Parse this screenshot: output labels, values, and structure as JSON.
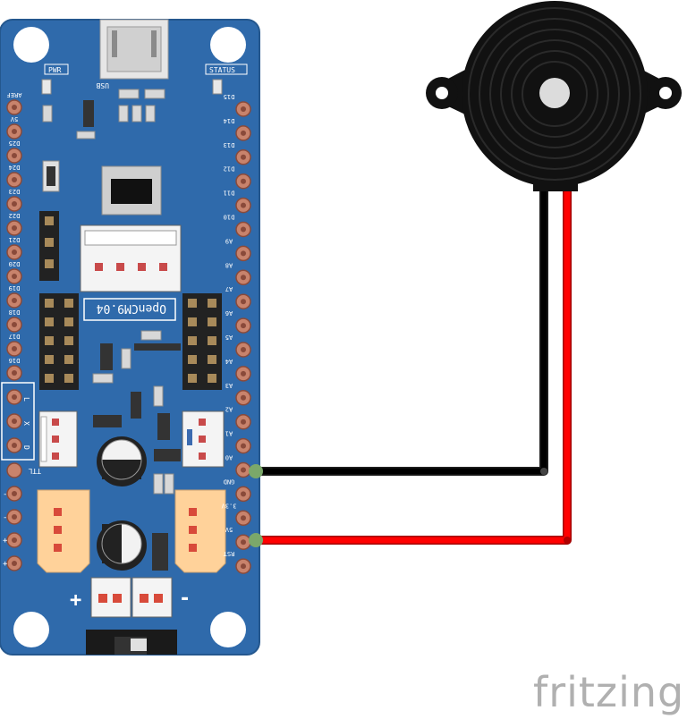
{
  "board": {
    "name": "OpenCM9.04",
    "label_usb": "USB",
    "label_pwr": "PWR",
    "label_status": "STATUS",
    "left_pins": [
      "AREF",
      "5V",
      "D25",
      "D24",
      "D23",
      "D22",
      "D21",
      "D20",
      "D19",
      "D18",
      "D17",
      "D16"
    ],
    "right_pins": [
      "D15",
      "D14",
      "D13",
      "D12",
      "D11",
      "D10",
      "A9",
      "A8",
      "A7",
      "A6",
      "A5",
      "A4",
      "A3",
      "A2",
      "A1",
      "A0",
      "GND",
      "3.3V",
      "5V",
      "RST"
    ],
    "lxd_pins": [
      "L",
      "X",
      "D"
    ],
    "ttl_label": "TTL",
    "bottom_left_signs": [
      "-",
      "-",
      "+",
      "+"
    ],
    "battery_plus": "+",
    "battery_minus": "-"
  },
  "wires": [
    {
      "from": "A0",
      "to": "buzzer-negative",
      "color": "#000000"
    },
    {
      "from": "5V",
      "to": "buzzer-positive",
      "color": "#ff0000"
    }
  ],
  "colors": {
    "board": "#2f6aab",
    "pin": "#c8836c",
    "connector": "#ffd29a",
    "wire_black": "#000000",
    "wire_red": "#ff0000",
    "buzzer": "#111111"
  },
  "watermark": "fritzing"
}
